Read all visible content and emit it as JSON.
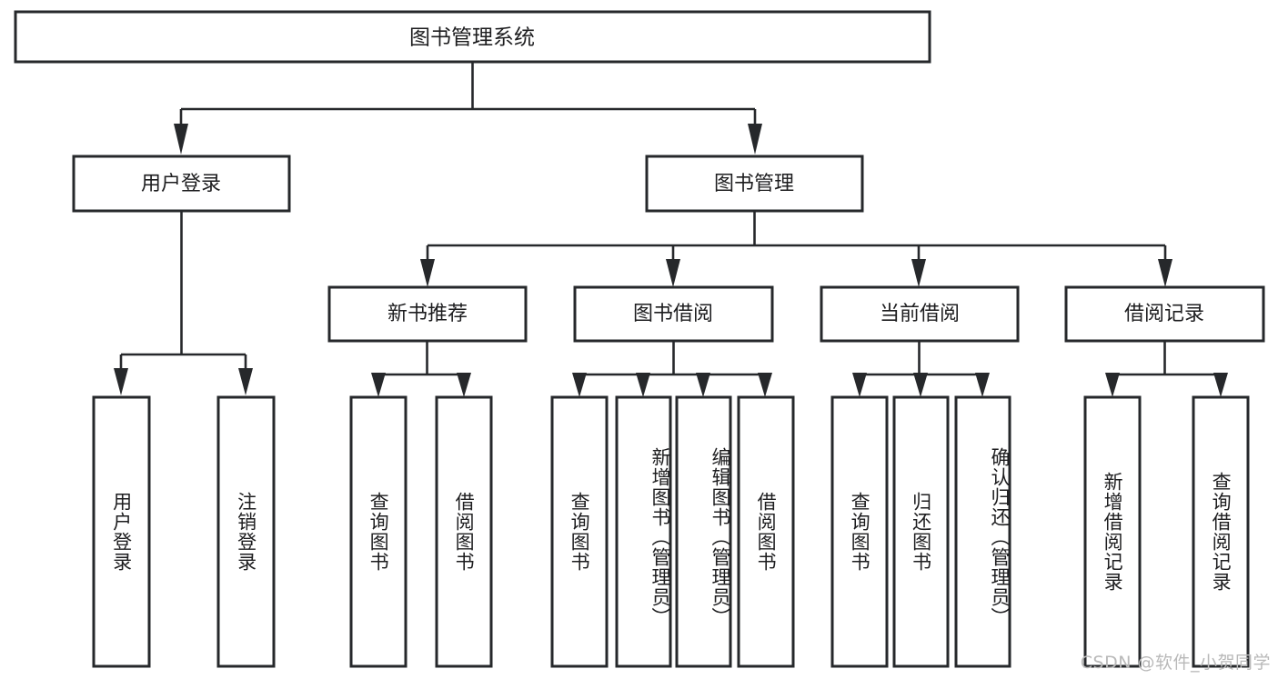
{
  "diagram": {
    "title": "图书管理系统",
    "watermark": "CSDN @软件_小贺同学",
    "type": "tree-hierarchy-diagram",
    "colors": {
      "box_stroke": "#26282b",
      "box_fill": "#ffffff",
      "connector": "#26282b",
      "text": "#1d1d1f",
      "watermark": "#b9b9b9",
      "background": "#ffffff"
    },
    "levels": {
      "root": {
        "label": "图书管理系统"
      },
      "level2": [
        {
          "label": "用户登录"
        },
        {
          "label": "图书管理"
        }
      ],
      "level3": [
        {
          "label": "新书推荐"
        },
        {
          "label": "图书借阅"
        },
        {
          "label": "当前借阅"
        },
        {
          "label": "借阅记录"
        }
      ],
      "leaves": {
        "user_login": [
          {
            "label": "用户登录"
          },
          {
            "label": "注销登录"
          }
        ],
        "new_book_recommend": [
          {
            "label": "查询图书"
          },
          {
            "label": "借阅图书"
          }
        ],
        "book_borrow": [
          {
            "label": "查询图书"
          },
          {
            "label": "新增图书（管理员）"
          },
          {
            "label": "编辑图书（管理员）"
          },
          {
            "label": "借阅图书"
          }
        ],
        "current_borrow": [
          {
            "label": "查询图书"
          },
          {
            "label": "归还图书"
          },
          {
            "label": "确认归还（管理员）"
          }
        ],
        "borrow_record": [
          {
            "label": "新增借阅记录"
          },
          {
            "label": "查询借阅记录"
          }
        ]
      }
    }
  }
}
